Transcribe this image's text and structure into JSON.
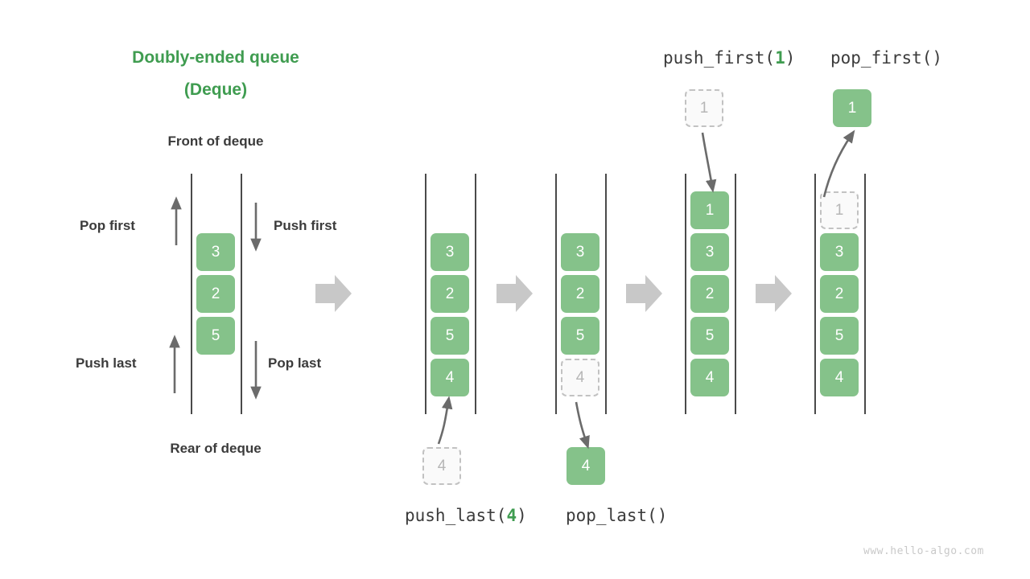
{
  "titles": {
    "main_line1": "Doubly-ended queue",
    "main_line2": "(Deque)",
    "front_label": "Front of deque",
    "rear_label": "Rear of deque"
  },
  "side_labels": {
    "pop_first": "Pop first",
    "push_first": "Push first",
    "push_last": "Push last",
    "pop_last": "Pop last"
  },
  "operations": {
    "push_last": {
      "name": "push_last(",
      "arg": "4",
      "close": ")"
    },
    "pop_last": {
      "name": "pop_last()",
      "arg": "",
      "close": ""
    },
    "push_first": {
      "name": "push_first(",
      "arg": "1",
      "close": ")"
    },
    "pop_first": {
      "name": "pop_first()",
      "arg": "",
      "close": ""
    }
  },
  "deques": [
    {
      "id": "deque-initial",
      "items": [
        {
          "value": "3",
          "state": "solid"
        },
        {
          "value": "2",
          "state": "solid"
        },
        {
          "value": "5",
          "state": "solid"
        }
      ]
    },
    {
      "id": "deque-after-push-last",
      "items": [
        {
          "value": "3",
          "state": "solid"
        },
        {
          "value": "2",
          "state": "solid"
        },
        {
          "value": "5",
          "state": "solid"
        },
        {
          "value": "4",
          "state": "solid"
        }
      ]
    },
    {
      "id": "deque-after-pop-last",
      "items": [
        {
          "value": "3",
          "state": "solid"
        },
        {
          "value": "2",
          "state": "solid"
        },
        {
          "value": "5",
          "state": "solid"
        },
        {
          "value": "4",
          "state": "ghost"
        }
      ]
    },
    {
      "id": "deque-after-push-first",
      "items": [
        {
          "value": "1",
          "state": "solid"
        },
        {
          "value": "3",
          "state": "solid"
        },
        {
          "value": "2",
          "state": "solid"
        },
        {
          "value": "5",
          "state": "solid"
        },
        {
          "value": "4",
          "state": "solid"
        }
      ]
    },
    {
      "id": "deque-after-pop-first",
      "items": [
        {
          "value": "1",
          "state": "ghost"
        },
        {
          "value": "3",
          "state": "solid"
        },
        {
          "value": "2",
          "state": "solid"
        },
        {
          "value": "5",
          "state": "solid"
        },
        {
          "value": "4",
          "state": "solid"
        }
      ]
    }
  ],
  "floating_boxes": {
    "push_last_source": {
      "value": "4",
      "state": "ghost"
    },
    "pop_last_result": {
      "value": "4",
      "state": "solid"
    },
    "push_first_source": {
      "value": "1",
      "state": "ghost"
    },
    "pop_first_result": {
      "value": "1",
      "state": "solid"
    }
  },
  "colors": {
    "accent_green": "#3f9c50",
    "box_green": "#85c28a",
    "ghost_gray": "#c2c2c2",
    "arrow_gray": "#6b6b6b",
    "step_arrow_gray": "#c8c8c8",
    "text_dark": "#3b3b3b"
  },
  "watermark": "www.hello-algo.com"
}
